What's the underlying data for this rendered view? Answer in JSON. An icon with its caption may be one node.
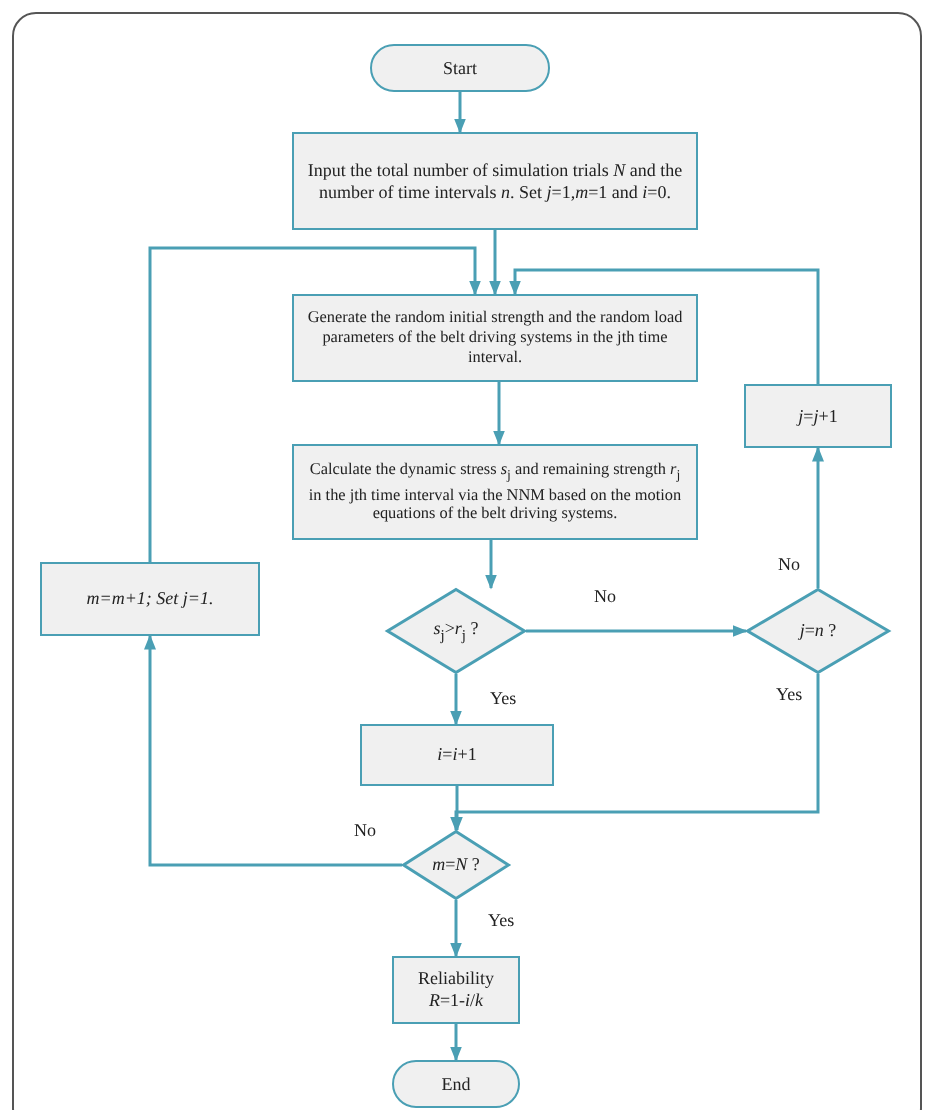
{
  "diagram": {
    "nodes": [
      {
        "text": [
          "Start"
        ]
      },
      {
        "text": [
          "Input the total number of simulation trials *N* and the number of time intervals *n*. Set *j*=1,*m*=1 and *i*=0."
        ]
      },
      {
        "text": [
          "Generate the random initial strength and the random load parameters of the belt driving systems in the jth time interval."
        ]
      },
      {
        "text": [
          "Calculate the dynamic stress *s*$_{j}$ and remaining strength *r*$_{j}$ in the jth time interval via the NNM based on the motion equations of the belt driving systems."
        ]
      },
      {
        "text": [
          "m=m+1; Set j=1."
        ]
      },
      {
        "text": [
          "*s*$_{j}$>*r*$_{j}$ ?"
        ]
      },
      {
        "text": [
          "*j*=*j*+1"
        ]
      },
      {
        "text": [
          "*j*=*n* ?"
        ]
      },
      {
        "text": [
          "*i*=*i*+1"
        ]
      },
      {
        "text": [
          "*m*=*N* ?"
        ]
      },
      {
        "text": [
          "Reliability",
          "*R*=1-*i*/*k*"
        ]
      },
      {
        "text": [
          "End"
        ]
      }
    ],
    "edges": [
      {
        "from": 0,
        "to": 1,
        "arrow": "to"
      },
      {
        "from": 1,
        "to": 2,
        "arrow": "to"
      },
      {
        "from": 2,
        "to": 3,
        "arrow": "to"
      },
      {
        "from": 3,
        "to": 5,
        "arrow": "to"
      },
      {
        "from": 5,
        "to": 7,
        "arrow": "to",
        "label": "No"
      },
      {
        "from": 5,
        "to": 8,
        "arrow": "to",
        "label": "Yes"
      },
      {
        "from": 7,
        "to": 6,
        "arrow": "to",
        "label": "No"
      },
      {
        "from": 6,
        "to": 2,
        "arrow": "to"
      },
      {
        "from": 4,
        "to": 2,
        "arrow": "to"
      },
      {
        "from": 7,
        "to": 9,
        "arrow": "to",
        "label": "Yes"
      },
      {
        "from": 8,
        "to": 9,
        "arrow": "to"
      },
      {
        "from": 9,
        "to": 4,
        "arrow": "to",
        "label": "No"
      },
      {
        "from": 9,
        "to": 10,
        "arrow": "to",
        "label": "Yes"
      },
      {
        "from": 10,
        "to": 11,
        "arrow": "to"
      }
    ]
  }
}
